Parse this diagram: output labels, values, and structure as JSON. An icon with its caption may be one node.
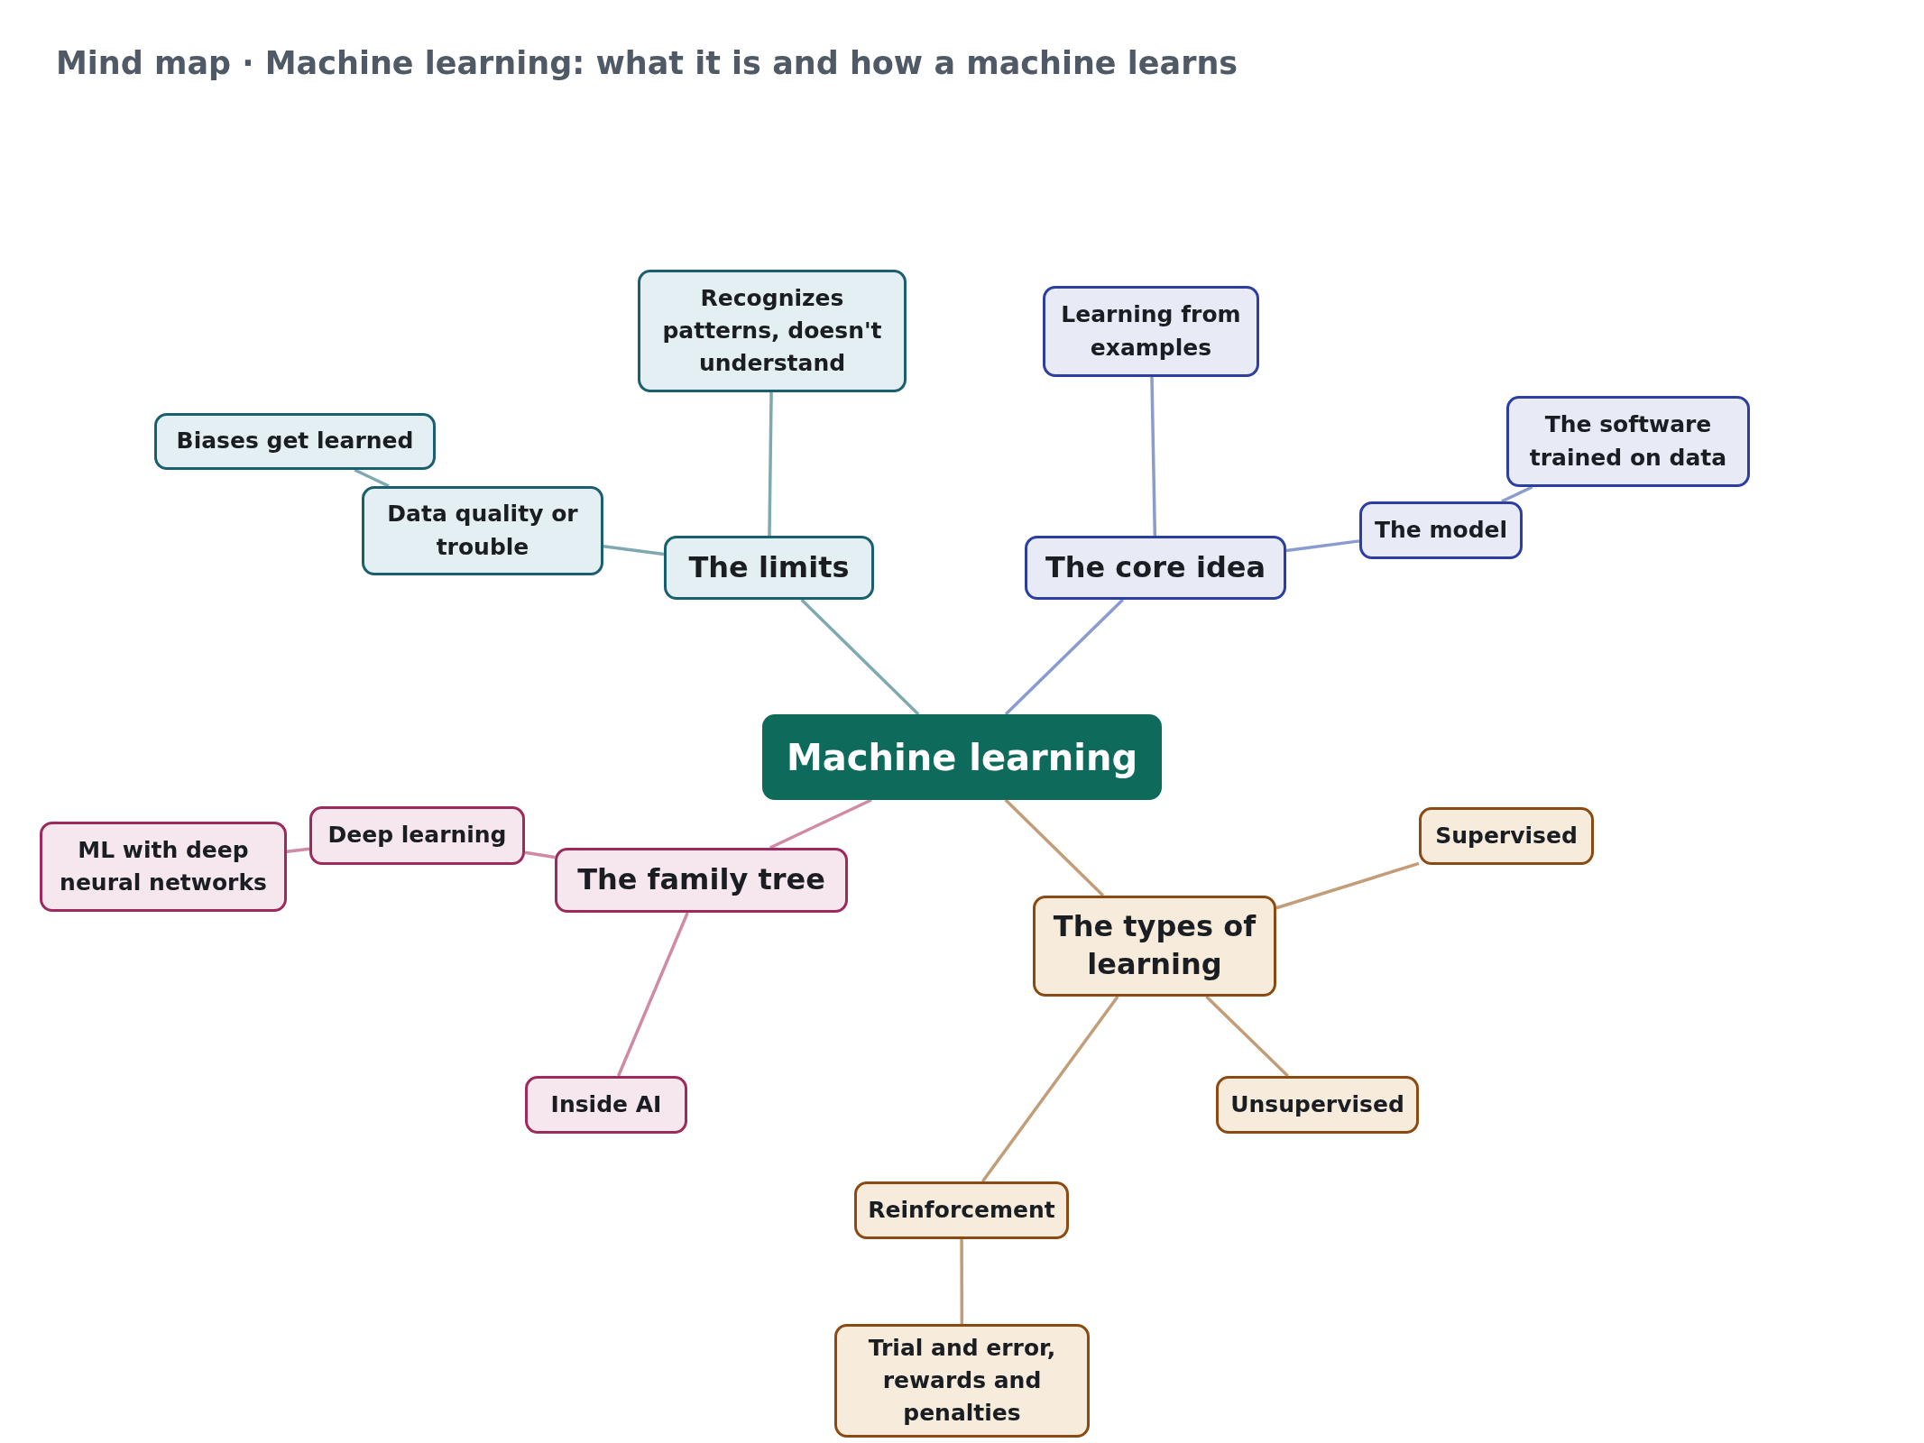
{
  "diagram": {
    "title": "Mind map · Machine learning: what it is and how a machine learns",
    "nodes": [
      {
        "text": [
          "Machine learning"
        ]
      },
      {
        "text": [
          "The limits"
        ]
      },
      {
        "text": [
          "Recognizes patterns, doesn't understand"
        ]
      },
      {
        "text": [
          "Data quality or trouble"
        ]
      },
      {
        "text": [
          "Biases get learned"
        ]
      },
      {
        "text": [
          "The core idea"
        ]
      },
      {
        "text": [
          "Learning from examples"
        ]
      },
      {
        "text": [
          "The model"
        ]
      },
      {
        "text": [
          "The software trained on data"
        ]
      },
      {
        "text": [
          "The family tree"
        ]
      },
      {
        "text": [
          "Deep learning"
        ]
      },
      {
        "text": [
          "ML with deep neural networks"
        ]
      },
      {
        "text": [
          "Inside AI"
        ]
      },
      {
        "text": [
          "The types of learning"
        ]
      },
      {
        "text": [
          "Supervised"
        ]
      },
      {
        "text": [
          "Unsupervised"
        ]
      },
      {
        "text": [
          "Reinforcement"
        ]
      },
      {
        "text": [
          "Trial and error, rewards and penalties"
        ]
      }
    ],
    "edges": [
      {
        "from": 0,
        "to": 1,
        "arrow": "none",
        "color": "#7fa8b0"
      },
      {
        "from": 1,
        "to": 2,
        "arrow": "none",
        "color": "#7fa8b0"
      },
      {
        "from": 1,
        "to": 3,
        "arrow": "none",
        "color": "#7fa8b0"
      },
      {
        "from": 3,
        "to": 4,
        "arrow": "none",
        "color": "#7fa8b0"
      },
      {
        "from": 0,
        "to": 5,
        "arrow": "none",
        "color": "#8a9bd0"
      },
      {
        "from": 5,
        "to": 6,
        "arrow": "none",
        "color": "#8a9bd0"
      },
      {
        "from": 5,
        "to": 7,
        "arrow": "none",
        "color": "#8a9bd0"
      },
      {
        "from": 7,
        "to": 8,
        "arrow": "none",
        "color": "#8a9bd0"
      },
      {
        "from": 0,
        "to": 9,
        "arrow": "none",
        "color": "#cf8aa6"
      },
      {
        "from": 9,
        "to": 10,
        "arrow": "none",
        "color": "#cf8aa6"
      },
      {
        "from": 10,
        "to": 11,
        "arrow": "none",
        "color": "#cf8aa6"
      },
      {
        "from": 9,
        "to": 12,
        "arrow": "none",
        "color": "#cf8aa6"
      },
      {
        "from": 0,
        "to": 13,
        "arrow": "none",
        "color": "#c29d78"
      },
      {
        "from": 13,
        "to": 14,
        "arrow": "none",
        "color": "#c29d78"
      },
      {
        "from": 13,
        "to": 15,
        "arrow": "none",
        "color": "#c29d78"
      },
      {
        "from": 13,
        "to": 16,
        "arrow": "none",
        "color": "#c29d78"
      },
      {
        "from": 16,
        "to": 17,
        "arrow": "none",
        "color": "#c29d78"
      }
    ]
  }
}
